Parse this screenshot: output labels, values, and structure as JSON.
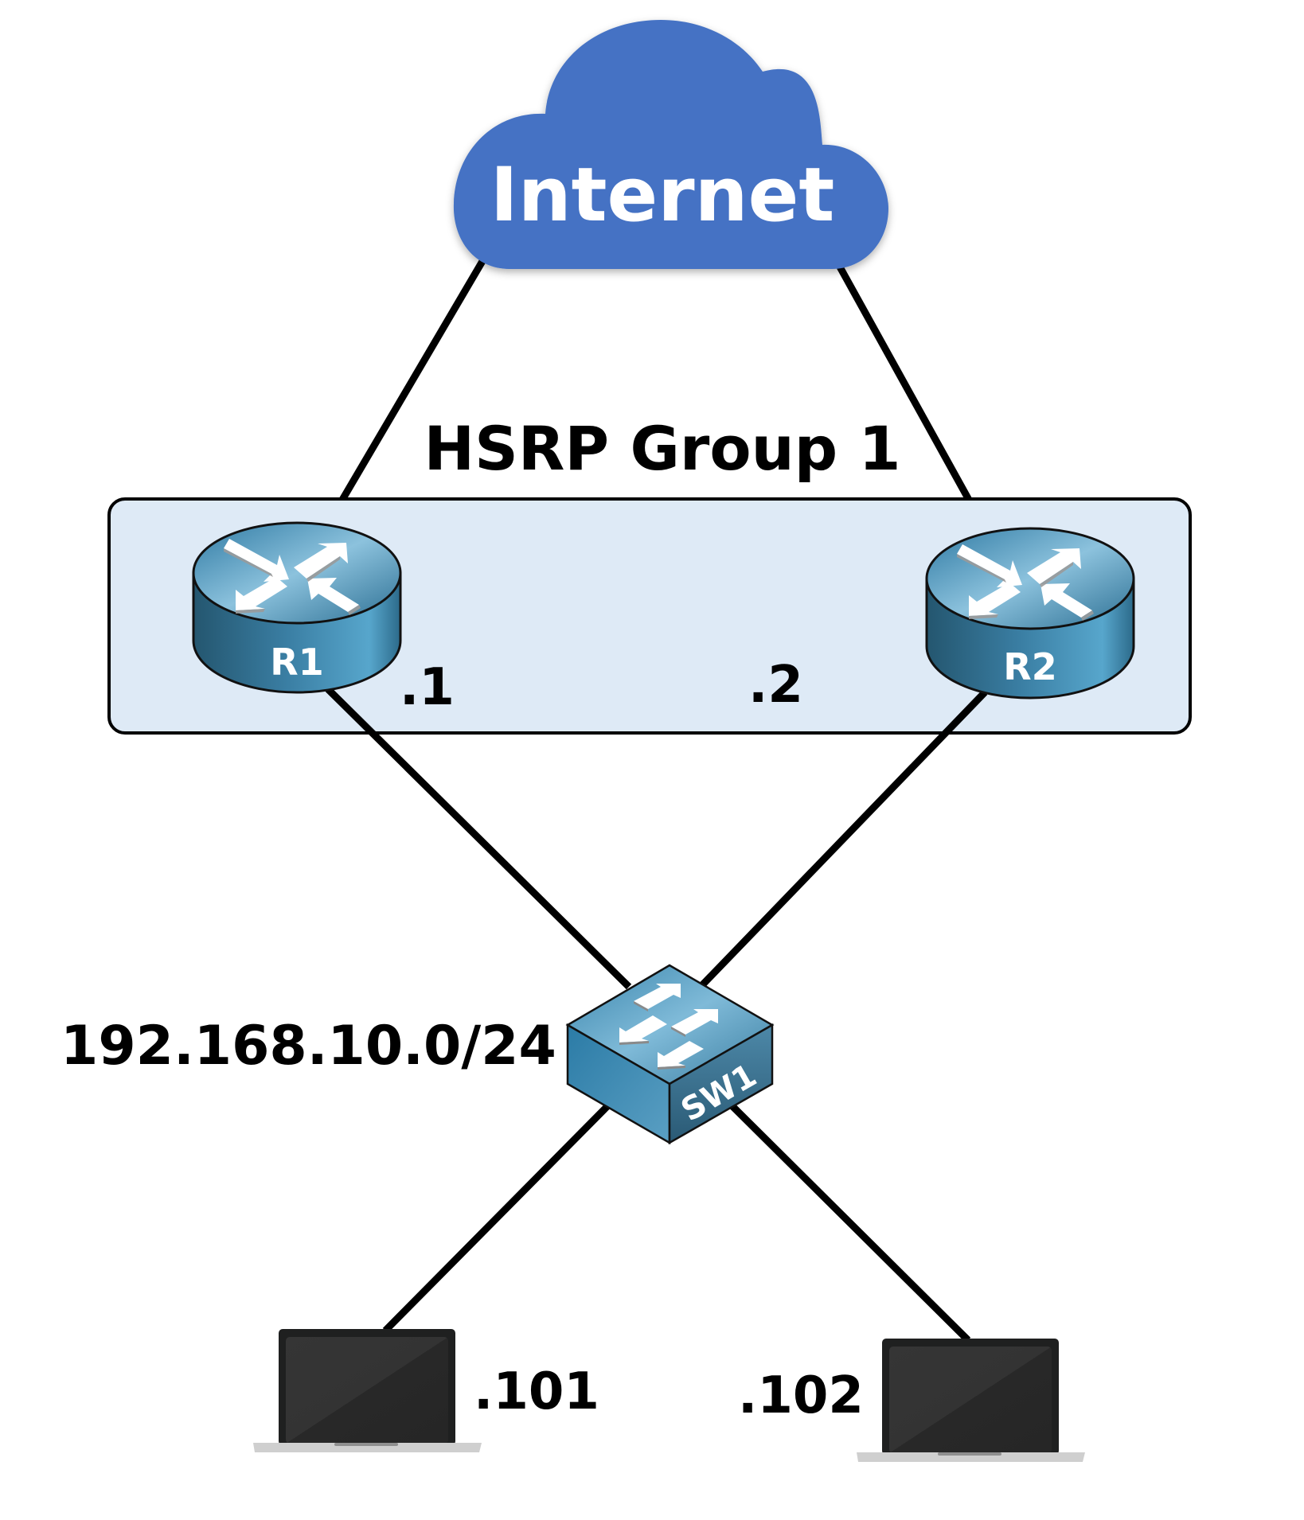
{
  "diagram": {
    "title": "HSRP Group 1",
    "cloud": {
      "label": "Internet",
      "color": "#4472C4"
    },
    "group_box": {
      "fill": "#DEEAF6",
      "border": "#000000"
    },
    "routers": [
      {
        "name": "R1",
        "ip_suffix": ".1"
      },
      {
        "name": "R2",
        "ip_suffix": ".2"
      }
    ],
    "switch": {
      "name": "SW1"
    },
    "subnet_label": "192.168.10.0/24",
    "hosts": [
      {
        "ip_suffix": ".101"
      },
      {
        "ip_suffix": ".102"
      }
    ],
    "links": [
      {
        "from": "Internet",
        "to": "R1"
      },
      {
        "from": "Internet",
        "to": "R2"
      },
      {
        "from": "R1",
        "to": "SW1"
      },
      {
        "from": "R2",
        "to": "SW1"
      },
      {
        "from": "SW1",
        "to": "host-1"
      },
      {
        "from": "SW1",
        "to": "host-2"
      }
    ]
  }
}
